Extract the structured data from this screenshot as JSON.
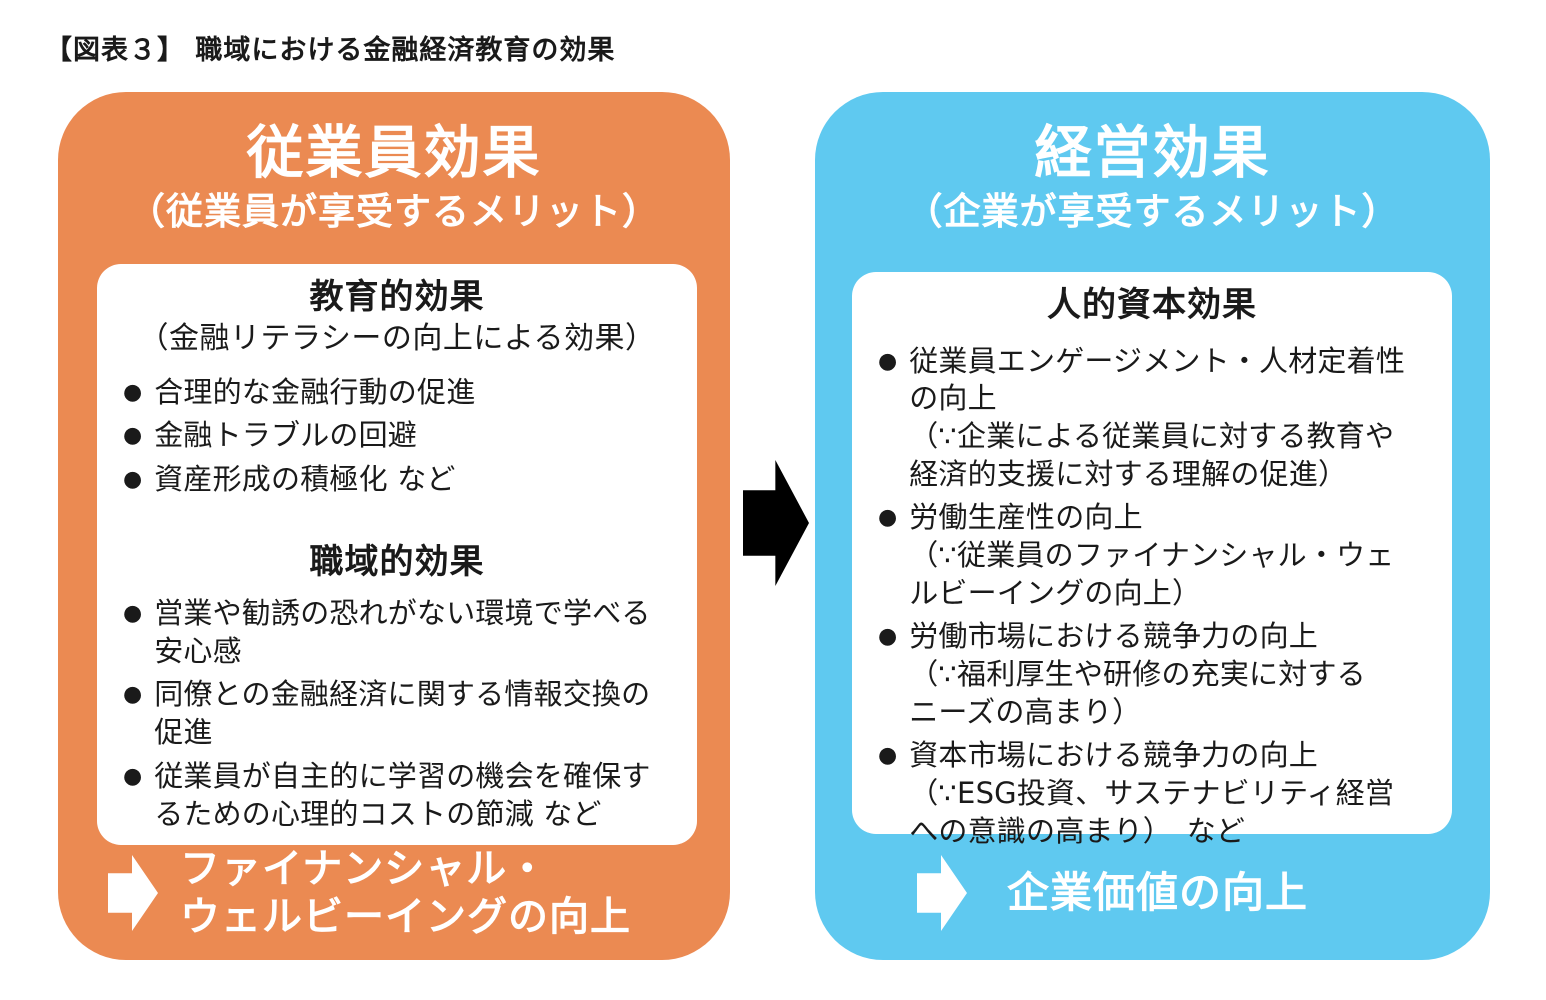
{
  "figure": {
    "title": "【図表３】 職域における金融経済教育の効果",
    "bullet_marker": "●"
  },
  "colors": {
    "orange": "#EB8A52",
    "blue": "#5FC9F0",
    "arrow_black": "#000000",
    "white": "#FFFFFF",
    "text": "#1A1A1A"
  },
  "left_panel": {
    "title": "従業員効果",
    "subtitle": "（従業員が享受するメリット）",
    "section1": {
      "heading": "教育的効果",
      "subheading": "（金融リテラシーの向上による効果）",
      "bullets": [
        "合理的な金融行動の促進",
        "金融トラブルの回避",
        "資産形成の積極化 など"
      ]
    },
    "section2": {
      "heading": "職域的効果",
      "bullets": [
        "営業や勧誘の恐れがない環境で学べる\n安心感",
        "同僚との金融経済に関する情報交換の\n促進",
        "従業員が自主的に学習の機会を確保す\nるための心理的コストの節減 など"
      ]
    },
    "outcome": "ファイナンシャル・\nウェルビーイングの向上"
  },
  "right_panel": {
    "title": "経営効果",
    "subtitle": "（企業が享受するメリット）",
    "section1": {
      "heading": "人的資本効果",
      "bullets": [
        "従業員エンゲージメント・人材定着性\nの向上\n（∵企業による従業員に対する教育や\n経済的支援に対する理解の促進）",
        "労働生産性の向上\n（∵従業員のファイナンシャル・ウェ\nルビーイングの向上）",
        "労働市場における競争力の向上\n（∵福利厚生や研修の充実に対する\nニーズの高まり）",
        "資本市場における競争力の向上\n（∵ESG投資、サステナビリティ経営\nへの意識の高まり）　など"
      ]
    },
    "outcome": "企業価値の向上"
  }
}
